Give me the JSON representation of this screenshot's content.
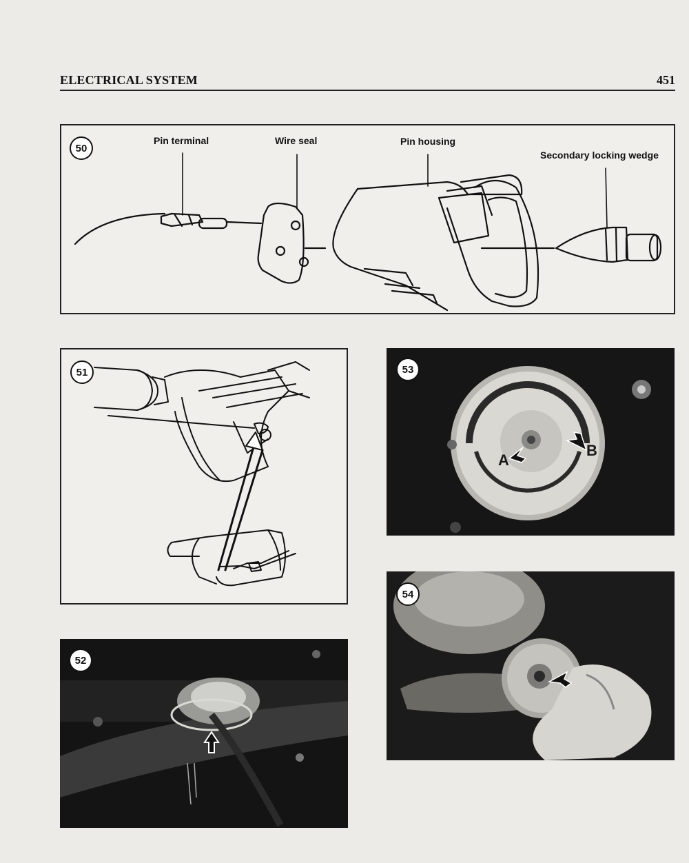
{
  "header": {
    "title": "ELECTRICAL SYSTEM",
    "page_number": "451"
  },
  "figures": {
    "fig50": {
      "number": "50",
      "labels": {
        "pin_terminal": "Pin terminal",
        "wire_seal": "Wire seal",
        "pin_housing": "Pin housing",
        "secondary_locking_wedge": "Secondary locking wedge"
      }
    },
    "fig51": {
      "number": "51"
    },
    "fig52": {
      "number": "52"
    },
    "fig53": {
      "number": "53",
      "callouts": {
        "a": "A",
        "b": "B"
      }
    },
    "fig54": {
      "number": "54"
    }
  }
}
